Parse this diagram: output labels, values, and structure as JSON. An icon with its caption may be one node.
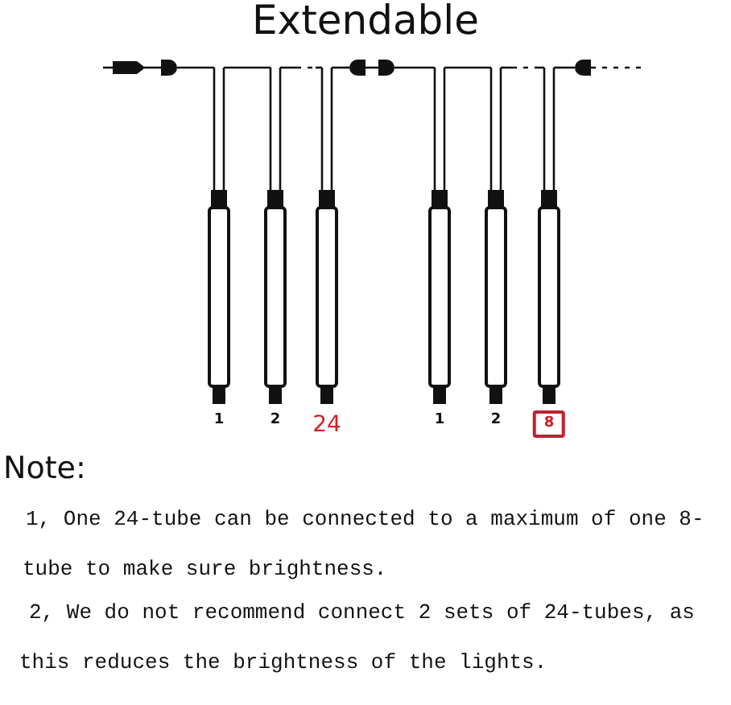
{
  "diagram": {
    "title": "Extendable",
    "labels": [
      "1",
      "2",
      "24",
      "1",
      "2",
      "8",
      "Note:",
      "1, One 24-tube can be connected to a maximum of one 8-tube to make sure brightness.",
      "2, We do not recommend connect 2 sets of 24-tubes, as this reduces the brightness of the lights."
    ]
  }
}
